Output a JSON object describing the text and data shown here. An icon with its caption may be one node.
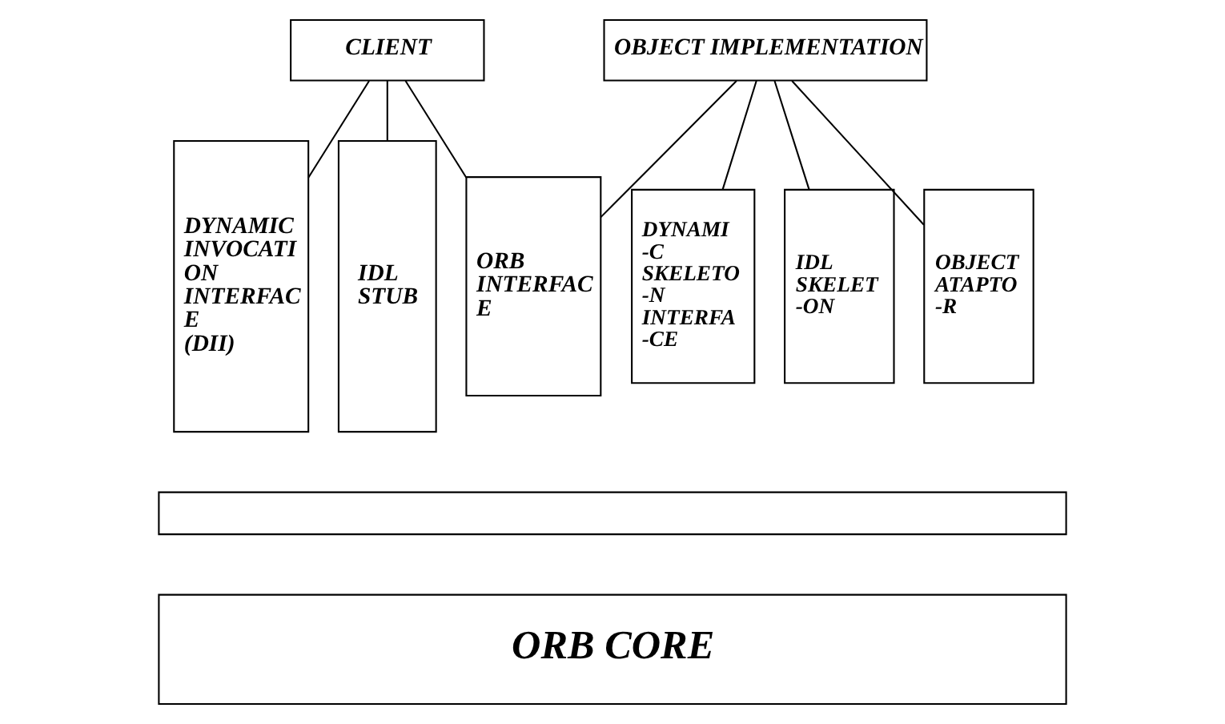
{
  "diagram": {
    "nodes": [
      {
        "text": [
          "CLIENT"
        ]
      },
      {
        "text": [
          "OBJECT IMPLEMENTATION"
        ]
      },
      {
        "text": [
          "DYNAMIC INVOCATI ON INTERFAC E (DII)"
        ]
      },
      {
        "text": [
          "IDL STUB"
        ]
      },
      {
        "text": [
          "ORB INTERFAC E"
        ]
      },
      {
        "text": [
          "DYNAMI -C SKELETO -N INTERFA -CE"
        ]
      },
      {
        "text": [
          "IDL SKELET -ON"
        ]
      },
      {
        "text": [
          "OBJECT ATAPTO -R"
        ]
      },
      {
        "text": [],
        "shape": "bar"
      },
      {
        "text": [
          "ORB CORE"
        ]
      }
    ],
    "edges": [
      {
        "from": 0,
        "to": 2,
        "arrow": "none"
      },
      {
        "from": 0,
        "to": 3,
        "arrow": "none"
      },
      {
        "from": 0,
        "to": 4,
        "arrow": "none"
      },
      {
        "from": 1,
        "to": 4,
        "arrow": "none"
      },
      {
        "from": 1,
        "to": 5,
        "arrow": "none"
      },
      {
        "from": 1,
        "to": 6,
        "arrow": "none"
      },
      {
        "from": 1,
        "to": 7,
        "arrow": "none"
      }
    ]
  }
}
